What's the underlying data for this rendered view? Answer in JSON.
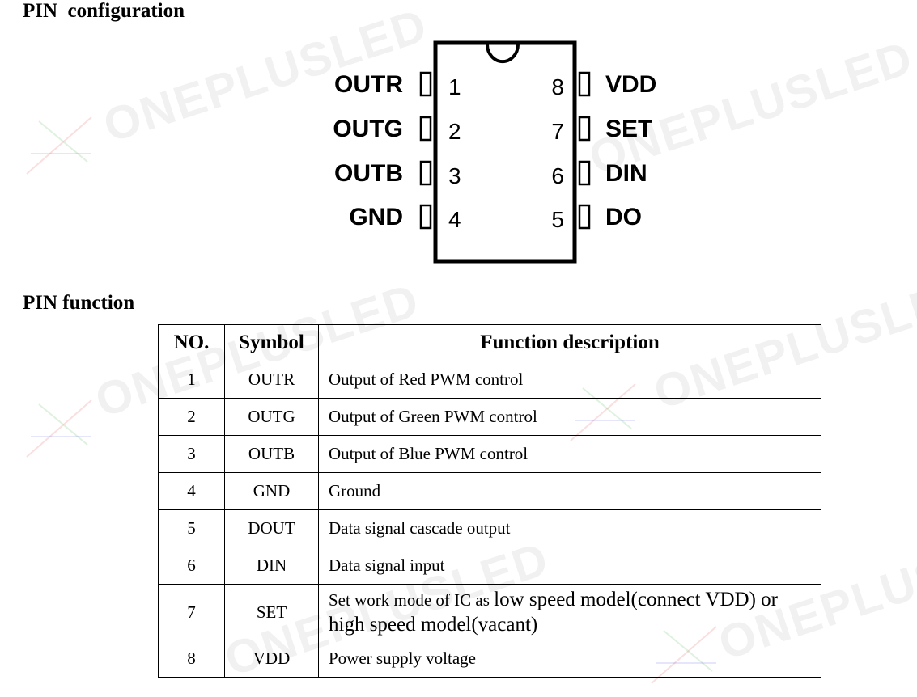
{
  "watermark": "ONEPLUSLED",
  "headings": {
    "config": "PIN  configuration",
    "function": "PIN function"
  },
  "chip": {
    "left_pins": [
      {
        "label": "OUTR",
        "num": "1"
      },
      {
        "label": "OUTG",
        "num": "2"
      },
      {
        "label": "OUTB",
        "num": "3"
      },
      {
        "label": "GND",
        "num": "4"
      }
    ],
    "right_pins": [
      {
        "label": "VDD",
        "num": "8"
      },
      {
        "label": "SET",
        "num": "7"
      },
      {
        "label": "DIN",
        "num": "6"
      },
      {
        "label": "DO",
        "num": "5"
      }
    ]
  },
  "table": {
    "headers": [
      "NO.",
      "Symbol",
      "Function description"
    ],
    "rows": [
      {
        "no": "1",
        "symbol": "OUTR",
        "desc": "Output of Red PWM control"
      },
      {
        "no": "2",
        "symbol": "OUTG",
        "desc": "Output of Green PWM control"
      },
      {
        "no": "3",
        "symbol": "OUTB",
        "desc": "Output of Blue PWM control"
      },
      {
        "no": "4",
        "symbol": "GND",
        "desc": "Ground"
      },
      {
        "no": "5",
        "symbol": "DOUT",
        "desc": "Data signal cascade output"
      },
      {
        "no": "6",
        "symbol": "DIN",
        "desc": "Data signal input"
      },
      {
        "no": "7",
        "symbol": "SET",
        "desc_a": "Set work mode of IC as ",
        "desc_b": "low speed model(connect VDD) or high speed model(vacant)"
      },
      {
        "no": "8",
        "symbol": "VDD",
        "desc": "Power supply voltage"
      }
    ]
  }
}
